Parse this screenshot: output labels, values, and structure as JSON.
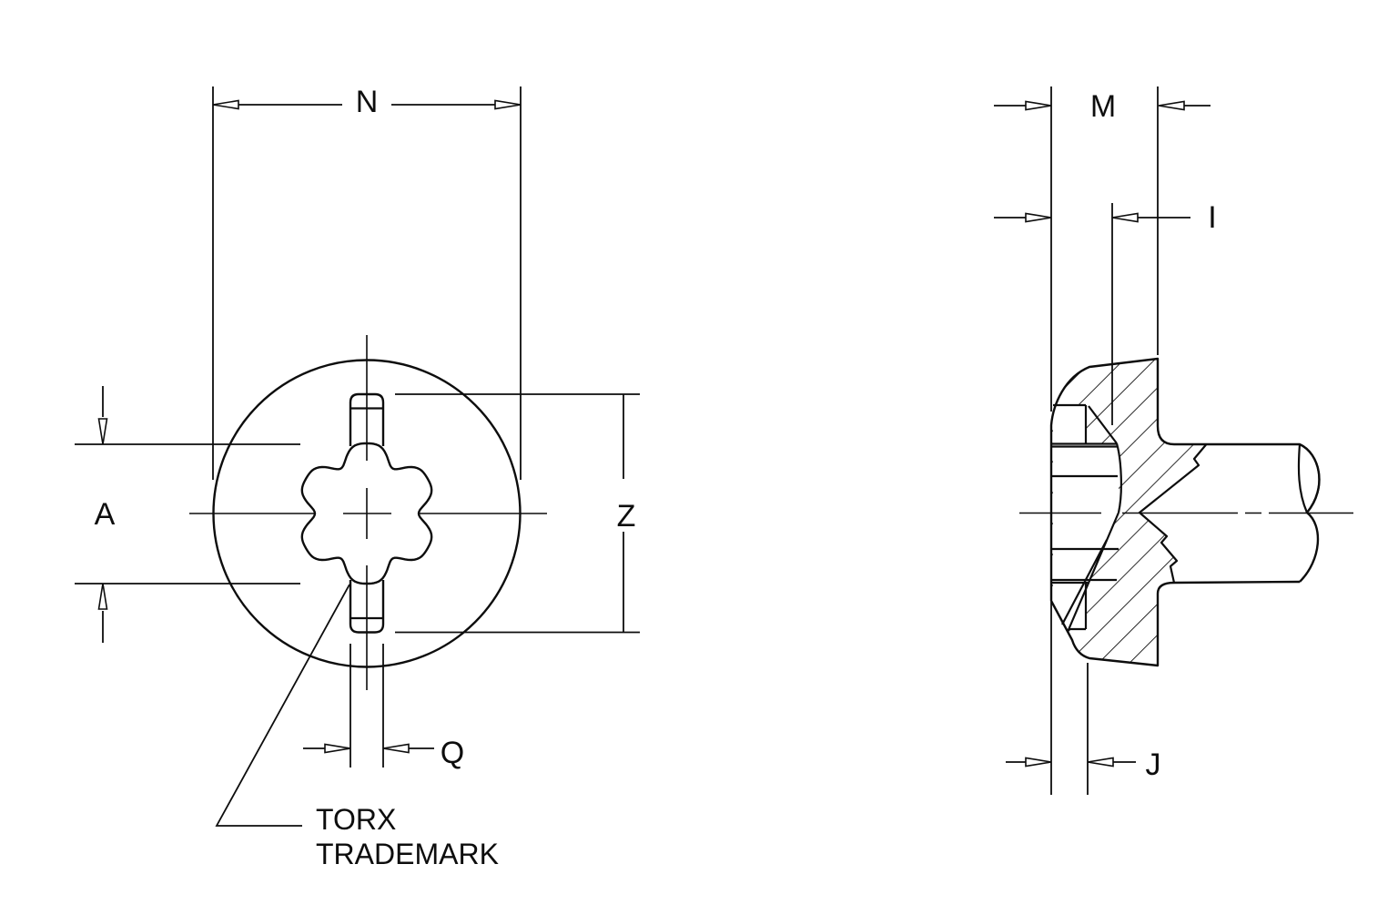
{
  "drawing": {
    "background_color": "#ffffff",
    "line_color": "#0d0d0d",
    "front_view": {
      "dimension_labels": {
        "head_diameter": "N",
        "recess_across_lobes": "A",
        "slot_length": "Z",
        "slot_width": "Q"
      },
      "annotation": {
        "line1": "TORX",
        "line2": "TRADEMARK"
      }
    },
    "side_view": {
      "dimension_labels": {
        "head_height": "M",
        "recess_depth": "I",
        "slot_depth": "J"
      }
    }
  }
}
